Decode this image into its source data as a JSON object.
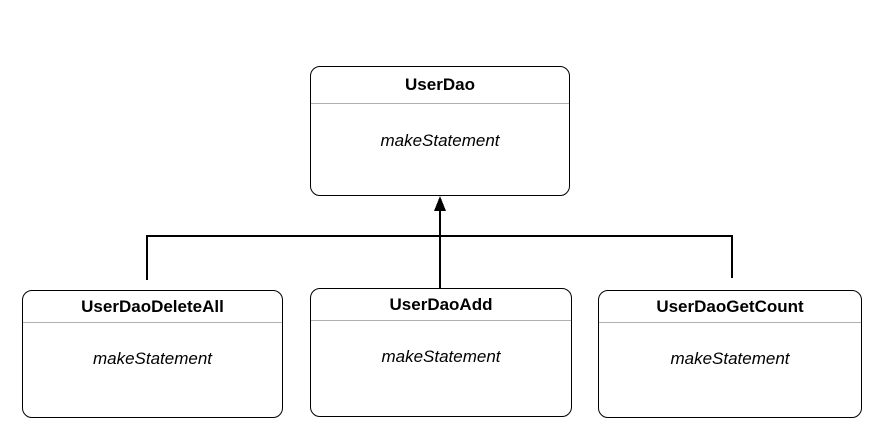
{
  "classes": [
    {
      "name": "UserDao",
      "method": "makeStatement",
      "role": "parent"
    },
    {
      "name": "UserDaoDeleteAll",
      "method": "makeStatement",
      "role": "child"
    },
    {
      "name": "UserDaoAdd",
      "method": "makeStatement",
      "role": "child"
    },
    {
      "name": "UserDaoGetCount",
      "method": "makeStatement",
      "role": "child"
    }
  ],
  "relationship": {
    "type": "inheritance",
    "arrowhead": "solid-triangle",
    "parent": "UserDao",
    "children": [
      "UserDaoDeleteAll",
      "UserDaoAdd",
      "UserDaoGetCount"
    ]
  },
  "colors": {
    "background": "#ffffff",
    "box_fill": "#ffffff",
    "box_border": "#000000",
    "divider": "#b0b0b0",
    "connector": "#000000",
    "text": "#000000"
  }
}
